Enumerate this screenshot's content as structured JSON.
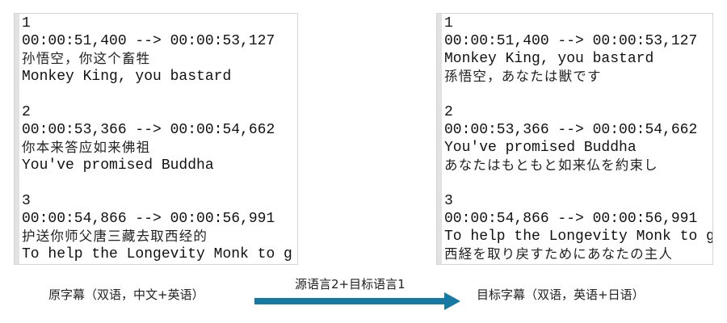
{
  "source_file": {
    "lines": [
      {
        "text": "1",
        "cjk": false
      },
      {
        "text": "00:00:51,400 --> 00:00:53,127",
        "cjk": false
      },
      {
        "text": "孙悟空，你这个畜牲",
        "cjk": true
      },
      {
        "text": "Monkey King, you bastard",
        "cjk": false
      },
      {
        "text": "",
        "cjk": false
      },
      {
        "text": "2",
        "cjk": false
      },
      {
        "text": "00:00:53,366 --> 00:00:54,662",
        "cjk": false
      },
      {
        "text": "你本来答应如来佛祖",
        "cjk": true
      },
      {
        "text": "You've promised Buddha",
        "cjk": false
      },
      {
        "text": "",
        "cjk": false
      },
      {
        "text": "3",
        "cjk": false
      },
      {
        "text": "00:00:54,866 --> 00:00:56,991",
        "cjk": false
      },
      {
        "text": "护送你师父唐三藏去取西经的",
        "cjk": true
      },
      {
        "text": "To help the Longevity Monk to g",
        "cjk": false
      }
    ]
  },
  "target_file": {
    "lines": [
      {
        "text": "1",
        "cjk": false
      },
      {
        "text": "00:00:51,400 --> 00:00:53,127",
        "cjk": false
      },
      {
        "text": "Monkey King, you bastard",
        "cjk": false
      },
      {
        "text": "孫悟空，あなたは獣です",
        "cjk": true
      },
      {
        "text": "",
        "cjk": false
      },
      {
        "text": "2",
        "cjk": false
      },
      {
        "text": "00:00:53,366 --> 00:00:54,662",
        "cjk": false
      },
      {
        "text": "You've promised Buddha",
        "cjk": false
      },
      {
        "text": "あなたはもともと如来仏を約束し",
        "cjk": true
      },
      {
        "text": "",
        "cjk": false
      },
      {
        "text": "3",
        "cjk": false
      },
      {
        "text": "00:00:54,866 --> 00:00:56,991",
        "cjk": false
      },
      {
        "text": "To help the Longevity Monk to g",
        "cjk": false
      },
      {
        "text": "西経を取り戻すためにあなたの主人",
        "cjk": true
      }
    ]
  },
  "labels": {
    "source": "原字幕（双语，中文+英语）",
    "arrow": "源语言2+目标语言1",
    "target": "目标字幕（双语，英语+日语）"
  },
  "colors": {
    "arrow": "#1479a3"
  }
}
